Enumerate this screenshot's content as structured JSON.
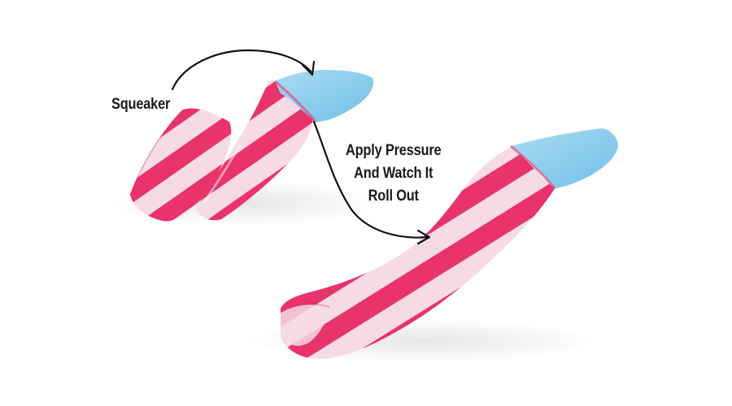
{
  "labels": {
    "squeaker": "Squeaker",
    "apply_line1": "Apply Pressure",
    "apply_line2": "And Watch It",
    "apply_line3": "Roll Out"
  },
  "colors": {
    "stripe_pink": "#e8336d",
    "stripe_light": "#f6dbe5",
    "tip_blue": "#8fd0ee",
    "arrow": "#111111",
    "background": "#ffffff"
  }
}
